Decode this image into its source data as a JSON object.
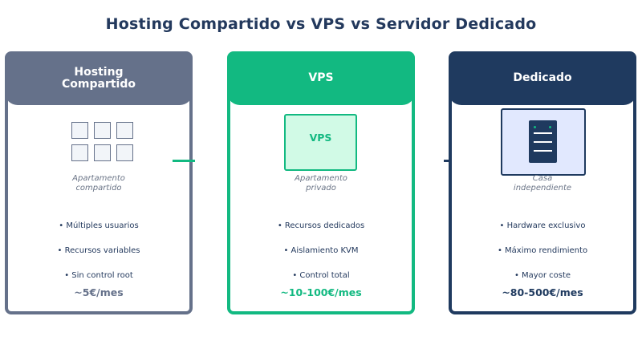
{
  "title": "Hosting Compartido vs VPS vs Servidor Dedicado",
  "cards": [
    {
      "header_lines": [
        "Hosting",
        "Compartido"
      ],
      "caption_lines": [
        "Apartamento",
        "compartido"
      ],
      "features": [
        "• Múltiples usuarios",
        "• Recursos variables",
        "• Sin control root"
      ],
      "price": "~5€/mes",
      "icon": "building-grid-icon",
      "color": "#65718a"
    },
    {
      "header_lines": [
        "VPS"
      ],
      "icon_label": "VPS",
      "caption_lines": [
        "Apartamento",
        "privado"
      ],
      "features": [
        "• Recursos dedicados",
        "• Aislamiento KVM",
        "• Control total"
      ],
      "price": "~10-100€/mes",
      "icon": "vps-box-icon",
      "color": "#12b981"
    },
    {
      "header_lines": [
        "Dedicado"
      ],
      "caption_lines": [
        "Casa",
        "independiente"
      ],
      "features": [
        "• Hardware exclusivo",
        "• Máximo rendimiento",
        "• Mayor coste"
      ],
      "price": "~80-500€/mes",
      "icon": "server-icon",
      "color": "#1f3a5f"
    }
  ],
  "connectors": [
    {
      "style": "line",
      "color": "#12b981"
    },
    {
      "style": "arrow",
      "color": "#1f3a5f"
    }
  ]
}
